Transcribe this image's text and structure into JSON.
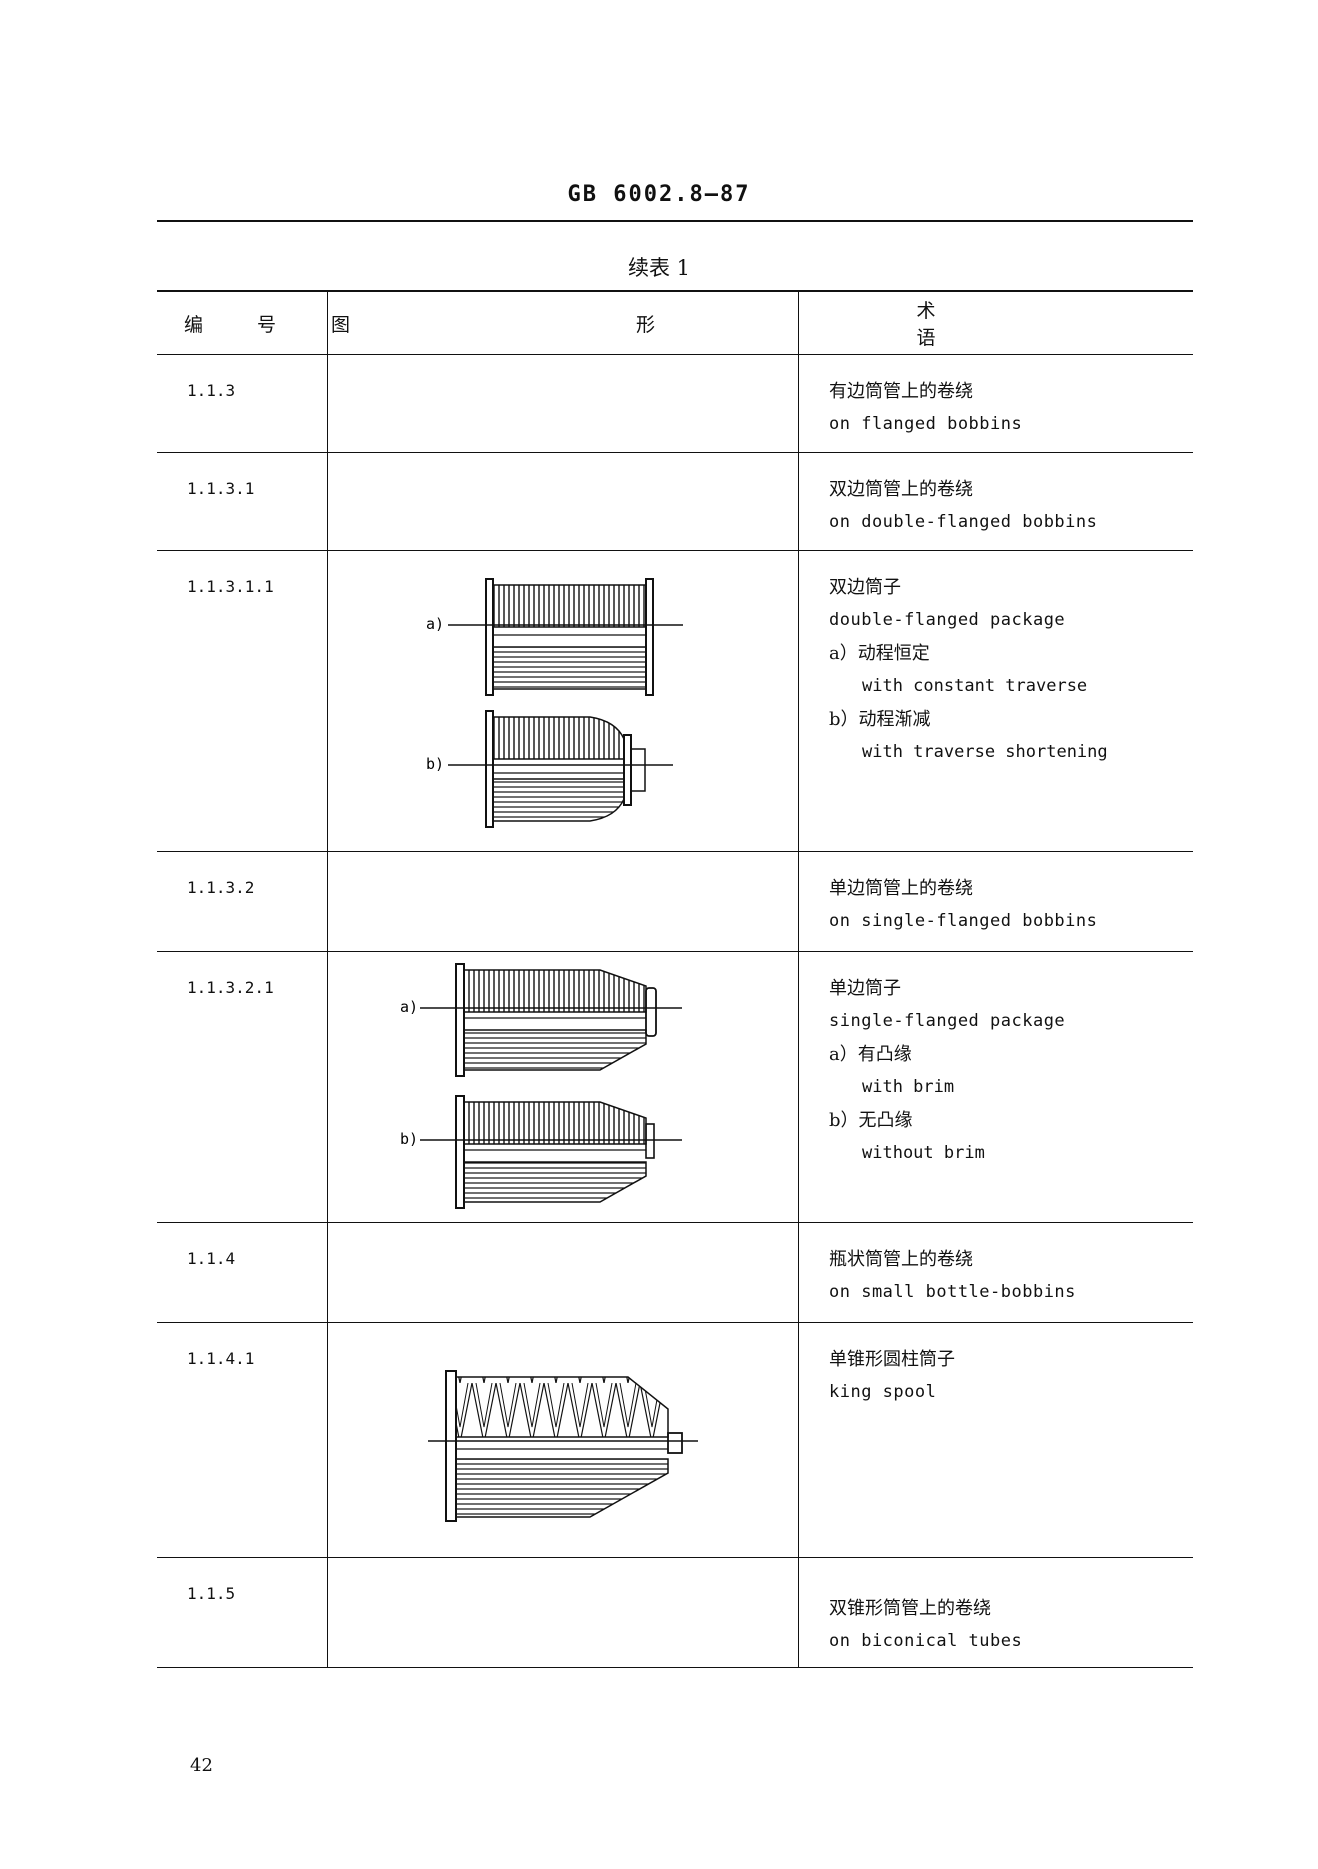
{
  "header": {
    "standard_code": "GB 6002.8—87"
  },
  "table": {
    "caption": "续表 1",
    "columns": {
      "number": "编 号",
      "figure": "图 形",
      "term": "术 语"
    },
    "rows": [
      {
        "number": "1.1.3",
        "term_zh": "有边筒管上的卷绕",
        "term_en": "on flanged bobbins"
      },
      {
        "number": "1.1.3.1",
        "term_zh": "双边筒管上的卷绕",
        "term_en": "on double-flanged bobbins"
      },
      {
        "number": "1.1.3.1.1",
        "term_zh": "双边筒子",
        "term_en": "double-flanged package",
        "fig_labels": [
          "a)",
          "b)"
        ],
        "subitems": [
          {
            "label": "a）动程恒定",
            "en": "with constant traverse"
          },
          {
            "label": "b）动程渐减",
            "en": "with traverse shortening"
          }
        ]
      },
      {
        "number": "1.1.3.2",
        "term_zh": "单边筒管上的卷绕",
        "term_en": "on single-flanged bobbins"
      },
      {
        "number": "1.1.3.2.1",
        "term_zh": "单边筒子",
        "term_en": "single-flanged package",
        "fig_labels": [
          "a)",
          "b)"
        ],
        "subitems": [
          {
            "label": "a）有凸缘",
            "en": "with brim"
          },
          {
            "label": "b）无凸缘",
            "en": "without brim"
          }
        ]
      },
      {
        "number": "1.1.4",
        "term_zh": "瓶状筒管上的卷绕",
        "term_en": "on small bottle-bobbins"
      },
      {
        "number": "1.1.4.1",
        "term_zh": "单锥形圆柱筒子",
        "term_en": "king spool"
      },
      {
        "number": "1.1.5",
        "term_zh": "双锥形筒管上的卷绕",
        "term_en": "on biconical tubes"
      }
    ]
  },
  "footer": {
    "page_number": "42"
  }
}
